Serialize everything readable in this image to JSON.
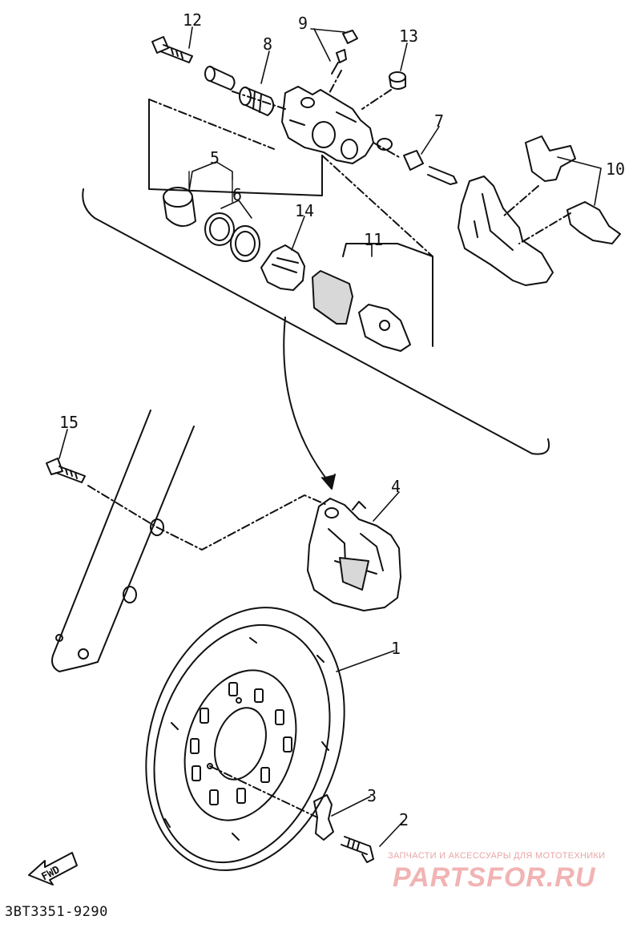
{
  "diagram": {
    "part_code": "3BT3351-9290",
    "fwd_label": "FWD",
    "callouts": [
      "1",
      "2",
      "3",
      "4",
      "5",
      "6",
      "7",
      "8",
      "9",
      "10",
      "11",
      "12",
      "13",
      "14",
      "15"
    ]
  },
  "watermark": {
    "tagline": "ЗАПЧАСТИ И АКСЕССУАРЫ ДЛЯ МОТОТЕХНИКИ",
    "brand": "PARTSFOR.RU"
  },
  "colors": {
    "line": "#111111",
    "watermark": "#f1b3b3",
    "pad_fill": "#d8d8d8"
  }
}
